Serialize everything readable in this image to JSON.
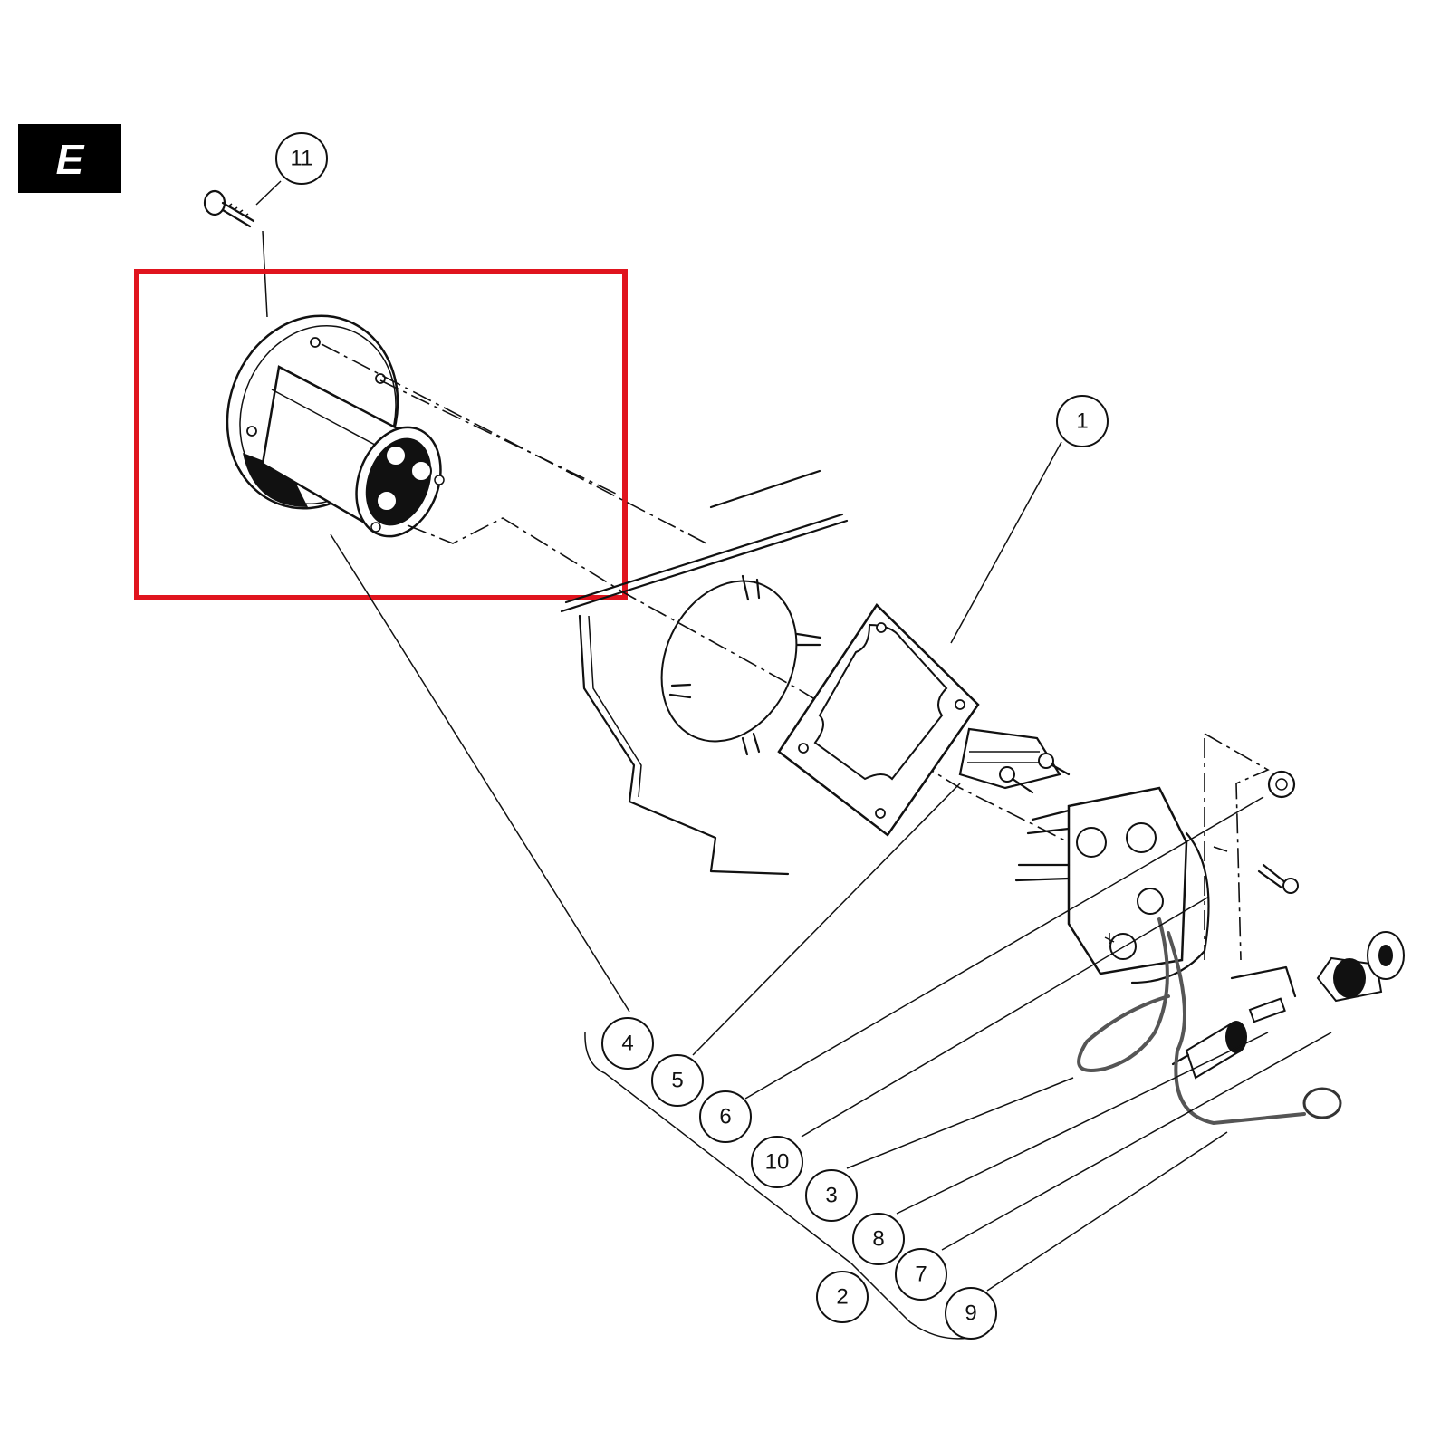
{
  "section": {
    "label": "E"
  },
  "callouts": [
    {
      "id": "11",
      "label": "11"
    },
    {
      "id": "1",
      "label": "1"
    },
    {
      "id": "4",
      "label": "4"
    },
    {
      "id": "5",
      "label": "5"
    },
    {
      "id": "6",
      "label": "6"
    },
    {
      "id": "10",
      "label": "10"
    },
    {
      "id": "3",
      "label": "3"
    },
    {
      "id": "8",
      "label": "8"
    },
    {
      "id": "7",
      "label": "7"
    },
    {
      "id": "2",
      "label": "2"
    },
    {
      "id": "9",
      "label": "9"
    }
  ],
  "highlight": {
    "color": "#e0141e"
  },
  "colors": {
    "ink": "#111111",
    "wire": "#555555",
    "background": "#ffffff"
  }
}
